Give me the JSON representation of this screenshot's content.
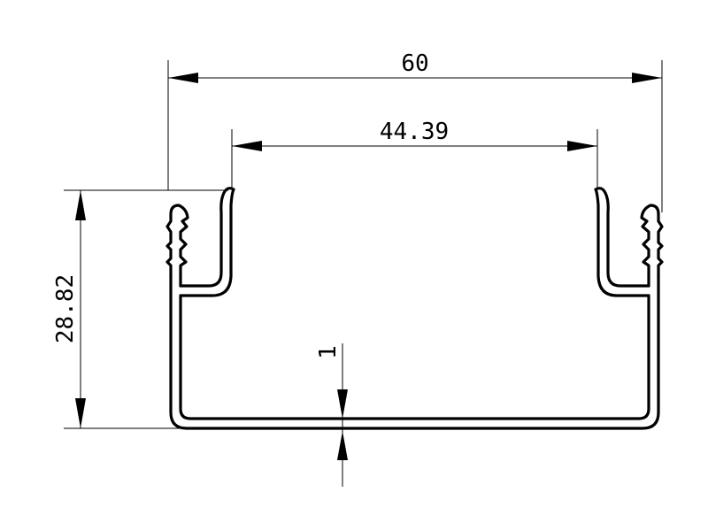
{
  "drawing": {
    "dimensions": {
      "overall_width": "60",
      "inner_width": "44.39",
      "height": "28.82",
      "wall_thickness": "1"
    }
  }
}
